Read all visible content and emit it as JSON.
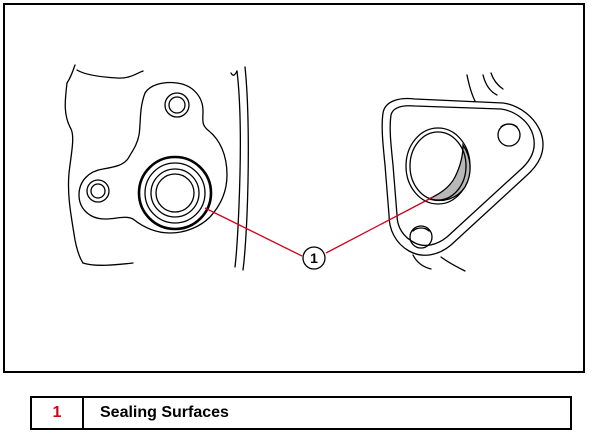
{
  "figure": {
    "callouts": [
      {
        "number": "1"
      }
    ]
  },
  "legend": {
    "items": [
      {
        "number": "1",
        "label": "Sealing Surfaces"
      }
    ]
  },
  "colors": {
    "callout_line": "#d0021b",
    "legend_number": "#d0021b",
    "line_art": "#000000",
    "sealing_highlight": "#b8b8b8"
  }
}
